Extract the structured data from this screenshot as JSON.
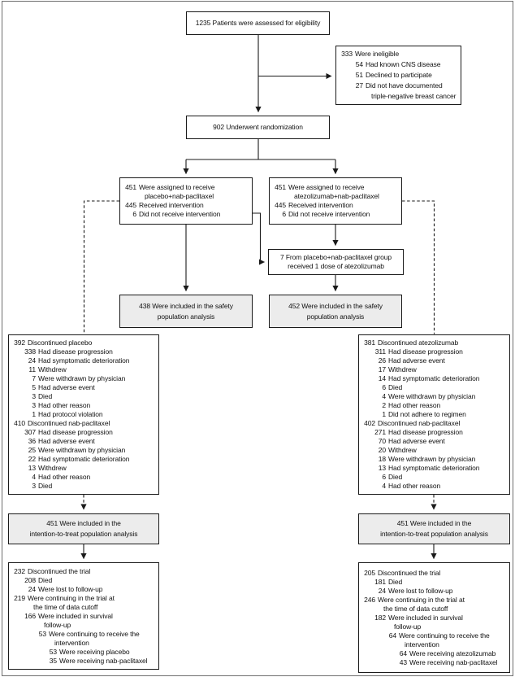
{
  "colors": {
    "line": "#1a1a1a",
    "box_border": "#1a1a1a",
    "shaded_box_bg": "#ececec",
    "outer_frame": "#6e6e6e"
  },
  "boxes": {
    "assessed": {
      "lines": [
        {
          "t": "1235 Patients were assessed for eligibility",
          "lv": 0
        }
      ]
    },
    "ineligible": {
      "lines": [
        {
          "n": "333",
          "t": "Were ineligible",
          "lv": 0
        },
        {
          "n": "54",
          "t": "Had known CNS disease",
          "lv": 1
        },
        {
          "n": "51",
          "t": "Declined to participate",
          "lv": 1
        },
        {
          "n": "27",
          "t": "Did not have documented",
          "lv": 1
        },
        {
          "t": "triple-negative breast cancer",
          "lv": 1,
          "cont": true
        }
      ]
    },
    "randomized": {
      "lines": [
        {
          "t": "902 Underwent randomization",
          "lv": 0
        }
      ]
    },
    "assigned_placebo": {
      "lines": [
        {
          "n": "451",
          "t": "Were assigned to receive",
          "lv": 0
        },
        {
          "t": "placebo+nab-paclitaxel",
          "lv": 0,
          "cont": true
        },
        {
          "n": "445",
          "t": "Received intervention",
          "lv": 0
        },
        {
          "n": "6",
          "t": "Did not receive intervention",
          "lv": 0
        }
      ]
    },
    "assigned_atezolizumab": {
      "lines": [
        {
          "n": "451",
          "t": "Were assigned to receive",
          "lv": 0
        },
        {
          "t": "atezolizumab+nab-paclitaxel",
          "lv": 0,
          "cont": true
        },
        {
          "n": "445",
          "t": "Received intervention",
          "lv": 0
        },
        {
          "n": "6",
          "t": "Did not receive intervention",
          "lv": 0
        }
      ]
    },
    "crossover": {
      "lines": [
        {
          "t": "7 From placebo+nab-paclitaxel group",
          "lv": 0
        },
        {
          "t": "received 1 dose of atezolizumab",
          "lv": 0
        }
      ]
    },
    "safety_placebo": {
      "lines": [
        {
          "t": "438 Were included in the safety",
          "lv": 0
        },
        {
          "t": "population analysis",
          "lv": 0
        }
      ]
    },
    "safety_atezolizumab": {
      "lines": [
        {
          "t": "452 Were included in the safety",
          "lv": 0
        },
        {
          "t": "population analysis",
          "lv": 0
        }
      ]
    },
    "discontinued_placebo": {
      "lines": [
        {
          "n": "392",
          "t": "Discontinued placebo",
          "lv": 0
        },
        {
          "n": "338",
          "t": "Had disease progression",
          "lv": 1
        },
        {
          "n": "24",
          "t": "Had symptomatic deterioration",
          "lv": 1
        },
        {
          "n": "11",
          "t": "Withdrew",
          "lv": 1
        },
        {
          "n": "7",
          "t": "Were withdrawn by physician",
          "lv": 1
        },
        {
          "n": "5",
          "t": "Had adverse event",
          "lv": 1
        },
        {
          "n": "3",
          "t": "Died",
          "lv": 1
        },
        {
          "n": "3",
          "t": "Had other reason",
          "lv": 1
        },
        {
          "n": "1",
          "t": "Had protocol violation",
          "lv": 1
        },
        {
          "n": "410",
          "t": "Discontinued nab-paclitaxel",
          "lv": 0
        },
        {
          "n": "307",
          "t": "Had disease progression",
          "lv": 1
        },
        {
          "n": "36",
          "t": "Had adverse event",
          "lv": 1
        },
        {
          "n": "25",
          "t": "Were withdrawn by physician",
          "lv": 1
        },
        {
          "n": "22",
          "t": "Had symptomatic deterioration",
          "lv": 1
        },
        {
          "n": "13",
          "t": "Withdrew",
          "lv": 1
        },
        {
          "n": "4",
          "t": "Had other reason",
          "lv": 1
        },
        {
          "n": "3",
          "t": "Died",
          "lv": 1
        }
      ]
    },
    "discontinued_atezolizumab": {
      "lines": [
        {
          "n": "381",
          "t": "Discontinued atezolizumab",
          "lv": 0
        },
        {
          "n": "311",
          "t": "Had disease progression",
          "lv": 1
        },
        {
          "n": "26",
          "t": "Had adverse event",
          "lv": 1
        },
        {
          "n": "17",
          "t": "Withdrew",
          "lv": 1
        },
        {
          "n": "14",
          "t": "Had symptomatic deterioration",
          "lv": 1
        },
        {
          "n": "6",
          "t": "Died",
          "lv": 1
        },
        {
          "n": "4",
          "t": "Were withdrawn by physician",
          "lv": 1
        },
        {
          "n": "2",
          "t": "Had other reason",
          "lv": 1
        },
        {
          "n": "1",
          "t": "Did not adhere to regimen",
          "lv": 1
        },
        {
          "n": "402",
          "t": "Discontinued nab-paclitaxel",
          "lv": 0
        },
        {
          "n": "271",
          "t": "Had disease progression",
          "lv": 1
        },
        {
          "n": "70",
          "t": "Had adverse event",
          "lv": 1
        },
        {
          "n": "20",
          "t": "Withdrew",
          "lv": 1
        },
        {
          "n": "18",
          "t": "Were withdrawn by physician",
          "lv": 1
        },
        {
          "n": "13",
          "t": "Had symptomatic deterioration",
          "lv": 1
        },
        {
          "n": "6",
          "t": "Died",
          "lv": 1
        },
        {
          "n": "4",
          "t": "Had other reason",
          "lv": 1
        }
      ]
    },
    "itt_placebo": {
      "lines": [
        {
          "t": "451 Were included in the",
          "lv": 0
        },
        {
          "t": "intention-to-treat population analysis",
          "lv": 0
        }
      ]
    },
    "itt_atezolizumab": {
      "lines": [
        {
          "t": "451 Were included in the",
          "lv": 0
        },
        {
          "t": "intention-to-treat population analysis",
          "lv": 0
        }
      ]
    },
    "trial_status_placebo": {
      "lines": [
        {
          "n": "232",
          "t": "Discontinued the trial",
          "lv": 0
        },
        {
          "n": "208",
          "t": "Died",
          "lv": 1
        },
        {
          "n": "24",
          "t": "Were lost to follow-up",
          "lv": 1
        },
        {
          "n": "219",
          "t": "Were continuing in the trial at",
          "lv": 0
        },
        {
          "t": "the time of data cutoff",
          "lv": 0,
          "cont": true
        },
        {
          "n": "166",
          "t": "Were included in survival",
          "lv": 1
        },
        {
          "t": "follow-up",
          "lv": 1,
          "cont": true
        },
        {
          "n": "53",
          "t": "Were continuing to receive the",
          "lv": 2
        },
        {
          "t": "intervention",
          "lv": 2,
          "cont": true
        },
        {
          "n": "53",
          "t": "Were receiving placebo",
          "lv": 3
        },
        {
          "n": "35",
          "t": "Were receiving nab-paclitaxel",
          "lv": 3
        }
      ]
    },
    "trial_status_atezolizumab": {
      "lines": [
        {
          "n": "205",
          "t": "Discontinued the trial",
          "lv": 0
        },
        {
          "n": "181",
          "t": "Died",
          "lv": 1
        },
        {
          "n": "24",
          "t": "Were lost to follow-up",
          "lv": 1
        },
        {
          "n": "246",
          "t": "Were continuing in the trial at",
          "lv": 0
        },
        {
          "t": "the time of data cutoff",
          "lv": 0,
          "cont": true
        },
        {
          "n": "182",
          "t": "Were included in survival",
          "lv": 1
        },
        {
          "t": "follow-up",
          "lv": 1,
          "cont": true
        },
        {
          "n": "64",
          "t": "Were continuing to receive the",
          "lv": 2
        },
        {
          "t": "intervention",
          "lv": 2,
          "cont": true
        },
        {
          "n": "64",
          "t": "Were receiving atezolizumab",
          "lv": 3
        },
        {
          "n": "43",
          "t": "Were receiving nab-paclitaxel",
          "lv": 3
        }
      ]
    }
  }
}
